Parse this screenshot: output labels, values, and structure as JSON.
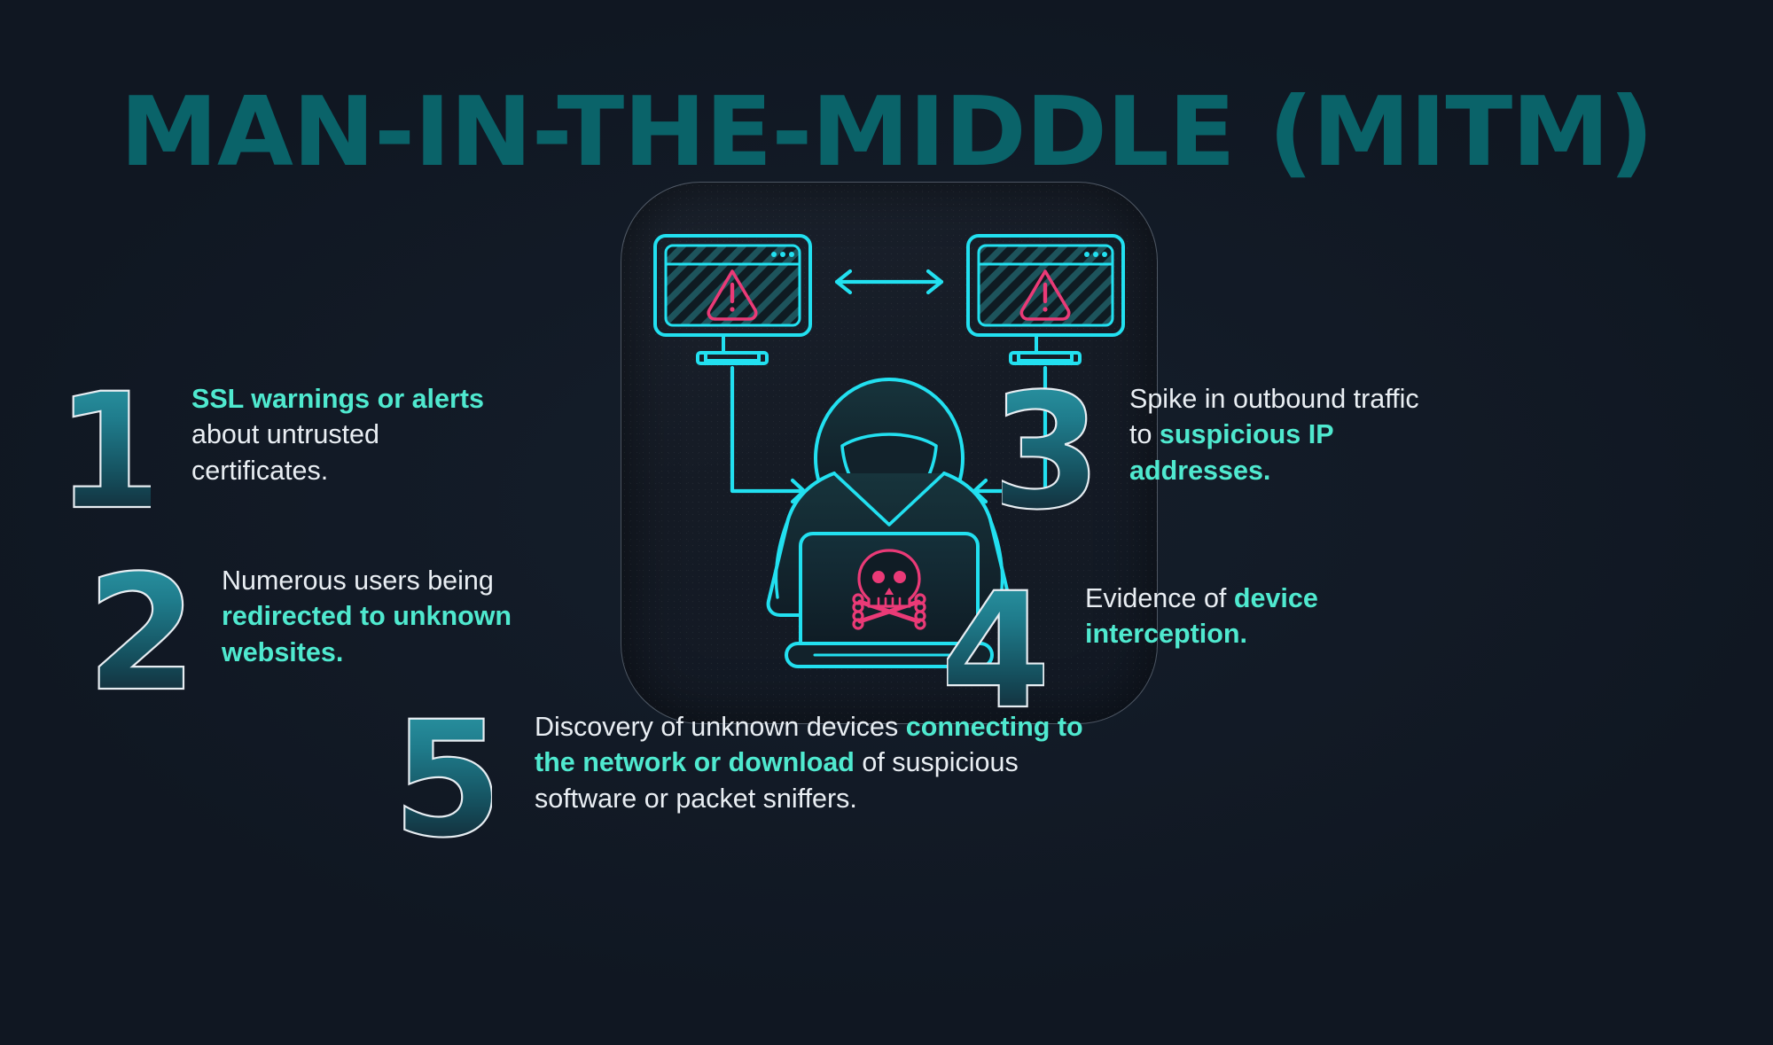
{
  "page": {
    "title": "MAN-IN-THE-MIDDLE (MITM)",
    "background_color": "#101722",
    "title_color": "#0a6369",
    "accent_color": "#4fe9cf",
    "body_text_color": "#e9eef3",
    "icon_line_color": "#22e0f0",
    "danger_color": "#ea3a77"
  },
  "illustration": {
    "name": "mitm-attack-diagram",
    "alt": "Two computer monitors showing warning alerts exchanging data, intercepted by a hooded hacker with a skull-and-crossbones laptop",
    "elements": [
      "monitor-left-warning",
      "monitor-right-warning",
      "bidirectional-arrow",
      "arrow-left-down-to-hacker",
      "arrow-right-down-to-hacker",
      "hacker-hooded-figure",
      "laptop-skull-crossbones"
    ]
  },
  "items": [
    {
      "number": "1",
      "parts": [
        {
          "text": "SSL warnings or alerts",
          "bold": true
        },
        {
          "text": " about untrusted certificates.",
          "bold": false
        }
      ]
    },
    {
      "number": "2",
      "parts": [
        {
          "text": "Numerous users being ",
          "bold": false
        },
        {
          "text": "redirected to unknown websites.",
          "bold": true
        }
      ]
    },
    {
      "number": "3",
      "parts": [
        {
          "text": "Spike in outbound traffic to ",
          "bold": false
        },
        {
          "text": "suspicious IP addresses.",
          "bold": true
        }
      ]
    },
    {
      "number": "4",
      "parts": [
        {
          "text": "Evidence of ",
          "bold": false
        },
        {
          "text": "device interception.",
          "bold": true
        }
      ]
    },
    {
      "number": "5",
      "parts": [
        {
          "text": "Discovery of unknown devices ",
          "bold": false
        },
        {
          "text": "connecting to the network or download",
          "bold": true
        },
        {
          "text": " of suspicious software or packet sniffers.",
          "bold": false
        }
      ]
    }
  ]
}
